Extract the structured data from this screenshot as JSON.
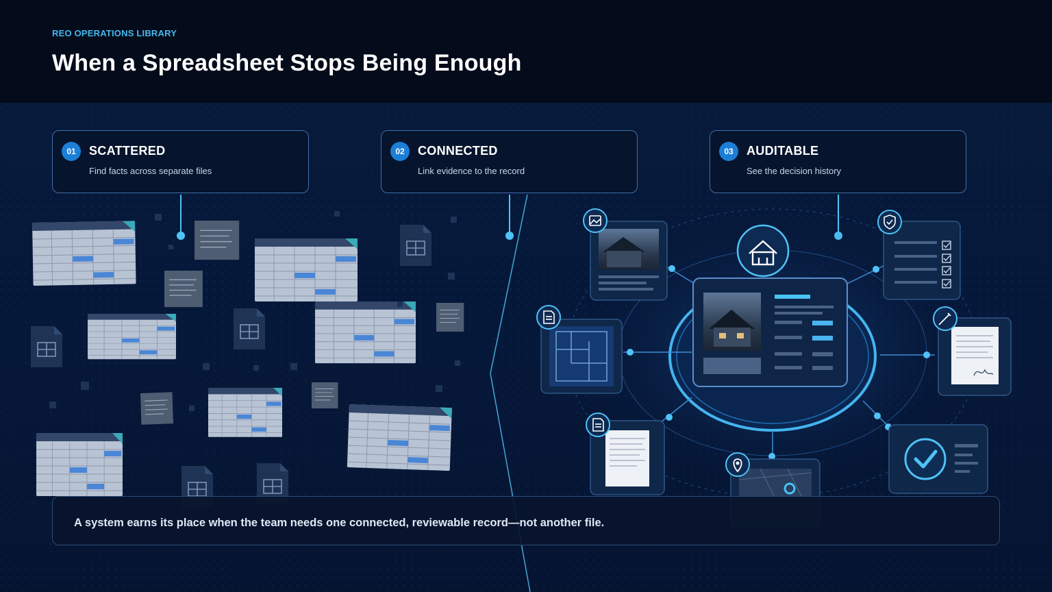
{
  "header": {
    "eyebrow": "REO OPERATIONS LIBRARY",
    "title": "When a Spreadsheet Stops Being Enough"
  },
  "stages": [
    {
      "number": "01",
      "title": "SCATTERED",
      "subtitle": "Find facts across separate files"
    },
    {
      "number": "02",
      "title": "CONNECTED",
      "subtitle": "Link evidence to the record"
    },
    {
      "number": "03",
      "title": "AUDITABLE",
      "subtitle": "See the decision history"
    }
  ],
  "summary": {
    "text": "A system earns its place when the team needs one connected, reviewable record—not another file."
  },
  "illustration": {
    "left_panel": "scattered-spreadsheets",
    "right_panel": "connected-property-record",
    "icons": [
      "image-icon",
      "document-icon",
      "home-icon",
      "shield-check-icon",
      "pen-icon",
      "location-pin-icon",
      "checkmark-icon"
    ]
  },
  "colors": {
    "accent": "#45b8ef",
    "badge": "#1b7fd8",
    "node_glow": "#4fc3f7",
    "background": "#06183a"
  }
}
